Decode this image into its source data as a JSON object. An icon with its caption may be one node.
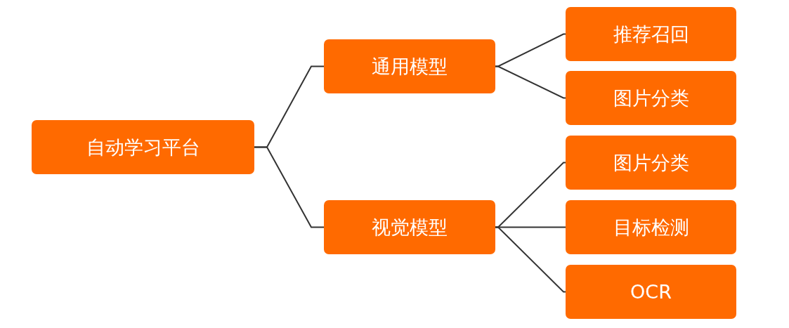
{
  "diagram": {
    "nodes": [
      {
        "text": [
          "自动学习平台"
        ]
      },
      {
        "text": [
          "通用模型"
        ]
      },
      {
        "text": [
          "视觉模型"
        ]
      },
      {
        "text": [
          "推荐召回"
        ]
      },
      {
        "text": [
          "图片分类"
        ]
      },
      {
        "text": [
          "图片分类"
        ]
      },
      {
        "text": [
          "目标检测"
        ]
      },
      {
        "text": [
          "OCR"
        ]
      }
    ],
    "edges": [
      {
        "from": 0,
        "to": 1,
        "arrow": "none"
      },
      {
        "from": 0,
        "to": 2,
        "arrow": "none"
      },
      {
        "from": 1,
        "to": 3,
        "arrow": "none"
      },
      {
        "from": 1,
        "to": 4,
        "arrow": "none"
      },
      {
        "from": 2,
        "to": 5,
        "arrow": "none"
      },
      {
        "from": 2,
        "to": 6,
        "arrow": "none"
      },
      {
        "from": 2,
        "to": 7,
        "arrow": "none"
      }
    ]
  }
}
